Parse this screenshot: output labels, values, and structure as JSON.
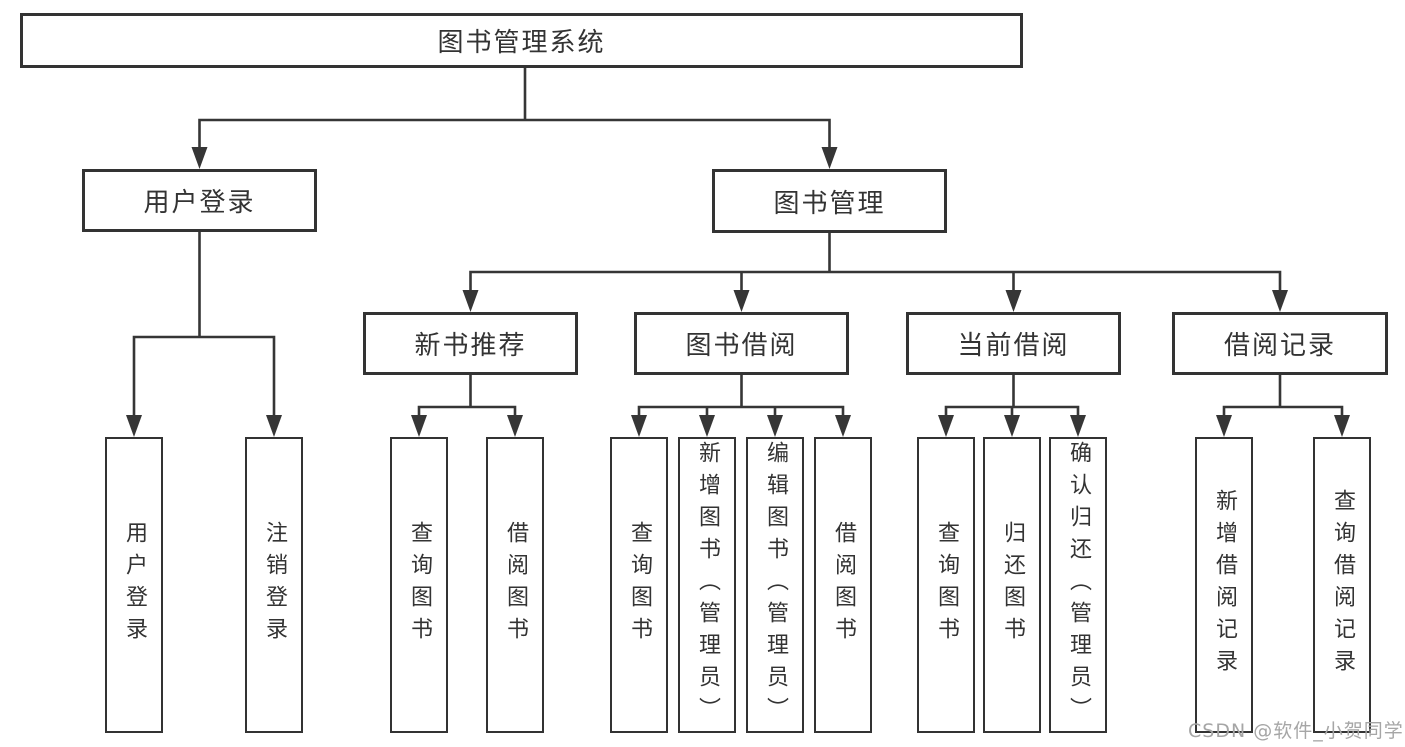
{
  "diagram": {
    "root": {
      "label": "图书管理系统"
    },
    "level2": [
      {
        "label": "用户登录"
      },
      {
        "label": "图书管理"
      }
    ],
    "level3": [
      {
        "label": "新书推荐"
      },
      {
        "label": "图书借阅"
      },
      {
        "label": "当前借阅"
      },
      {
        "label": "借阅记录"
      }
    ],
    "leaves": [
      {
        "label": "用户登录"
      },
      {
        "label": "注销登录"
      },
      {
        "label": "查询图书"
      },
      {
        "label": "借阅图书"
      },
      {
        "label": "查询图书"
      },
      {
        "label": "新增图书（管理员）"
      },
      {
        "label": "编辑图书（管理员）"
      },
      {
        "label": "借阅图书"
      },
      {
        "label": "查询图书"
      },
      {
        "label": "归还图书"
      },
      {
        "label": "确认归还（管理员）"
      },
      {
        "label": "新增借阅记录"
      },
      {
        "label": "查询借阅记录"
      }
    ],
    "colors": {
      "line": "#363636",
      "border": "#333333",
      "text": "#333333",
      "watermark_color": "#a6a6a6",
      "background": "#ffffff"
    }
  },
  "watermark": {
    "text": "CSDN @软件_小贺同学"
  }
}
